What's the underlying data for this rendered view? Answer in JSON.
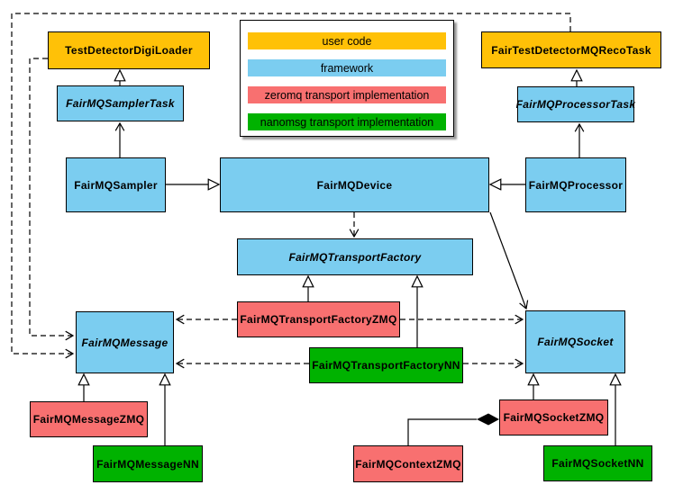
{
  "colors": {
    "user_code": "#FFC107",
    "framework": "#7BCDF0",
    "zeromq": "#F87070",
    "nanomsg": "#00B200",
    "border": "#000000",
    "background": "#FFFFFF"
  },
  "legend": {
    "items": [
      {
        "label": "user code",
        "color": "#FFC107"
      },
      {
        "label": "framework",
        "color": "#7BCDF0"
      },
      {
        "label": "zeromq transport implementation",
        "color": "#F87070"
      },
      {
        "label": "nanomsg transport implementation",
        "color": "#00B200"
      }
    ]
  },
  "nodes": {
    "digiloader": {
      "label": "TestDetectorDigiLoader",
      "category": "user code",
      "color": "#FFC107",
      "abstract": false
    },
    "recotask": {
      "label": "FairTestDetectorMQRecoTask",
      "category": "user code",
      "color": "#FFC107",
      "abstract": false
    },
    "samplertask": {
      "label": "FairMQSamplerTask",
      "category": "framework",
      "color": "#7BCDF0",
      "abstract": true
    },
    "processortask": {
      "label": "FairMQProcessorTask",
      "category": "framework",
      "color": "#7BCDF0",
      "abstract": true
    },
    "sampler": {
      "label": "FairMQSampler",
      "category": "framework",
      "color": "#7BCDF0",
      "abstract": false
    },
    "device": {
      "label": "FairMQDevice",
      "category": "framework",
      "color": "#7BCDF0",
      "abstract": false
    },
    "processor": {
      "label": "FairMQProcessor",
      "category": "framework",
      "color": "#7BCDF0",
      "abstract": false
    },
    "factory": {
      "label": "FairMQTransportFactory",
      "category": "framework",
      "color": "#7BCDF0",
      "abstract": true
    },
    "tfzmq": {
      "label": "FairMQTransportFactoryZMQ",
      "category": "zeromq",
      "color": "#F87070",
      "abstract": false
    },
    "tfnn": {
      "label": "FairMQTransportFactoryNN",
      "category": "nanomsg",
      "color": "#00B200",
      "abstract": false
    },
    "message": {
      "label": "FairMQMessage",
      "category": "framework",
      "color": "#7BCDF0",
      "abstract": true
    },
    "socket": {
      "label": "FairMQSocket",
      "category": "framework",
      "color": "#7BCDF0",
      "abstract": true
    },
    "messagezmq": {
      "label": "FairMQMessageZMQ",
      "category": "zeromq",
      "color": "#F87070",
      "abstract": false
    },
    "messagenn": {
      "label": "FairMQMessageNN",
      "category": "nanomsg",
      "color": "#00B200",
      "abstract": false
    },
    "socketzmq": {
      "label": "FairMQSocketZMQ",
      "category": "zeromq",
      "color": "#F87070",
      "abstract": false
    },
    "socketnn": {
      "label": "FairMQSocketNN",
      "category": "nanomsg",
      "color": "#00B200",
      "abstract": false
    },
    "contextzmq": {
      "label": "FairMQContextZMQ",
      "category": "zeromq",
      "color": "#F87070",
      "abstract": false
    }
  },
  "edges": [
    {
      "from": "FairMQSamplerTask",
      "to": "TestDetectorDigiLoader",
      "kind": "hollow-triangle"
    },
    {
      "from": "FairMQProcessorTask",
      "to": "FairTestDetectorMQRecoTask",
      "kind": "hollow-triangle"
    },
    {
      "from": "FairMQSampler",
      "to": "FairMQSamplerTask",
      "kind": "open-arrow"
    },
    {
      "from": "FairMQProcessor",
      "to": "FairMQProcessorTask",
      "kind": "open-arrow"
    },
    {
      "from": "FairMQSampler",
      "to": "FairMQDevice",
      "kind": "hollow-triangle"
    },
    {
      "from": "FairMQProcessor",
      "to": "FairMQDevice",
      "kind": "hollow-triangle"
    },
    {
      "from": "FairMQDevice",
      "to": "FairMQTransportFactory",
      "kind": "dashed-open-arrow"
    },
    {
      "from": "FairMQDevice",
      "to": "FairMQSocket",
      "kind": "open-arrow"
    },
    {
      "from": "FairMQTransportFactoryZMQ",
      "to": "FairMQTransportFactory",
      "kind": "hollow-triangle"
    },
    {
      "from": "FairMQTransportFactoryNN",
      "to": "FairMQTransportFactory",
      "kind": "hollow-triangle"
    },
    {
      "from": "FairMQTransportFactoryZMQ",
      "to": "FairMQMessage",
      "kind": "dashed-open-arrow"
    },
    {
      "from": "FairMQTransportFactoryZMQ",
      "to": "FairMQSocket",
      "kind": "dashed-open-arrow"
    },
    {
      "from": "FairMQTransportFactoryNN",
      "to": "FairMQMessage",
      "kind": "dashed-open-arrow"
    },
    {
      "from": "FairMQTransportFactoryNN",
      "to": "FairMQSocket",
      "kind": "dashed-open-arrow"
    },
    {
      "from": "TestDetectorDigiLoader",
      "to": "FairMQMessage",
      "kind": "dashed-open-arrow"
    },
    {
      "from": "FairTestDetectorMQRecoTask",
      "to": "FairMQMessage",
      "kind": "dashed-open-arrow"
    },
    {
      "from": "FairMQMessageZMQ",
      "to": "FairMQMessage",
      "kind": "hollow-triangle"
    },
    {
      "from": "FairMQMessageNN",
      "to": "FairMQMessage",
      "kind": "hollow-triangle"
    },
    {
      "from": "FairMQSocketZMQ",
      "to": "FairMQSocket",
      "kind": "hollow-triangle"
    },
    {
      "from": "FairMQSocketNN",
      "to": "FairMQSocket",
      "kind": "hollow-triangle"
    },
    {
      "from": "FairMQContextZMQ",
      "to": "FairMQSocketZMQ",
      "kind": "composition-diamond"
    }
  ]
}
